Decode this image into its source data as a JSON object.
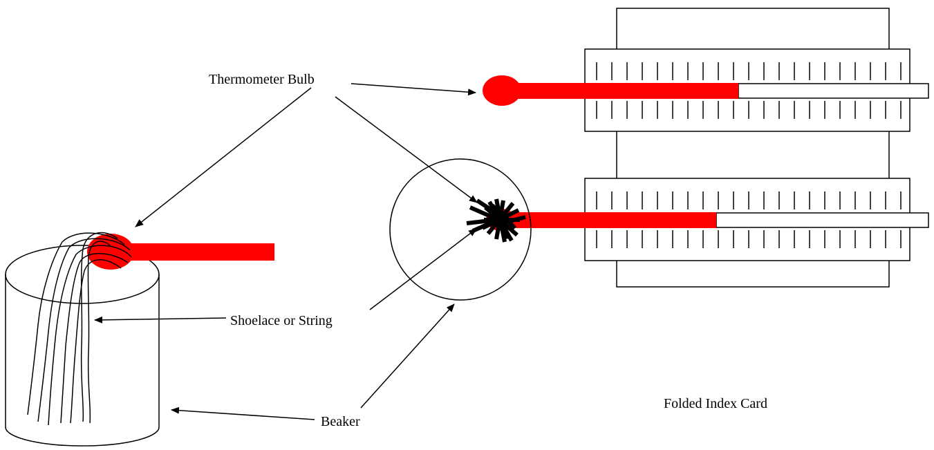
{
  "labels": {
    "thermometer_bulb": "Thermometer Bulb",
    "shoelace_or_string": "Shoelace or String",
    "beaker": "Beaker",
    "folded_index_card": "Folded Index Card"
  },
  "colors": {
    "thermometer": "#ff0000",
    "line": "#000000",
    "background": "#ffffff"
  }
}
